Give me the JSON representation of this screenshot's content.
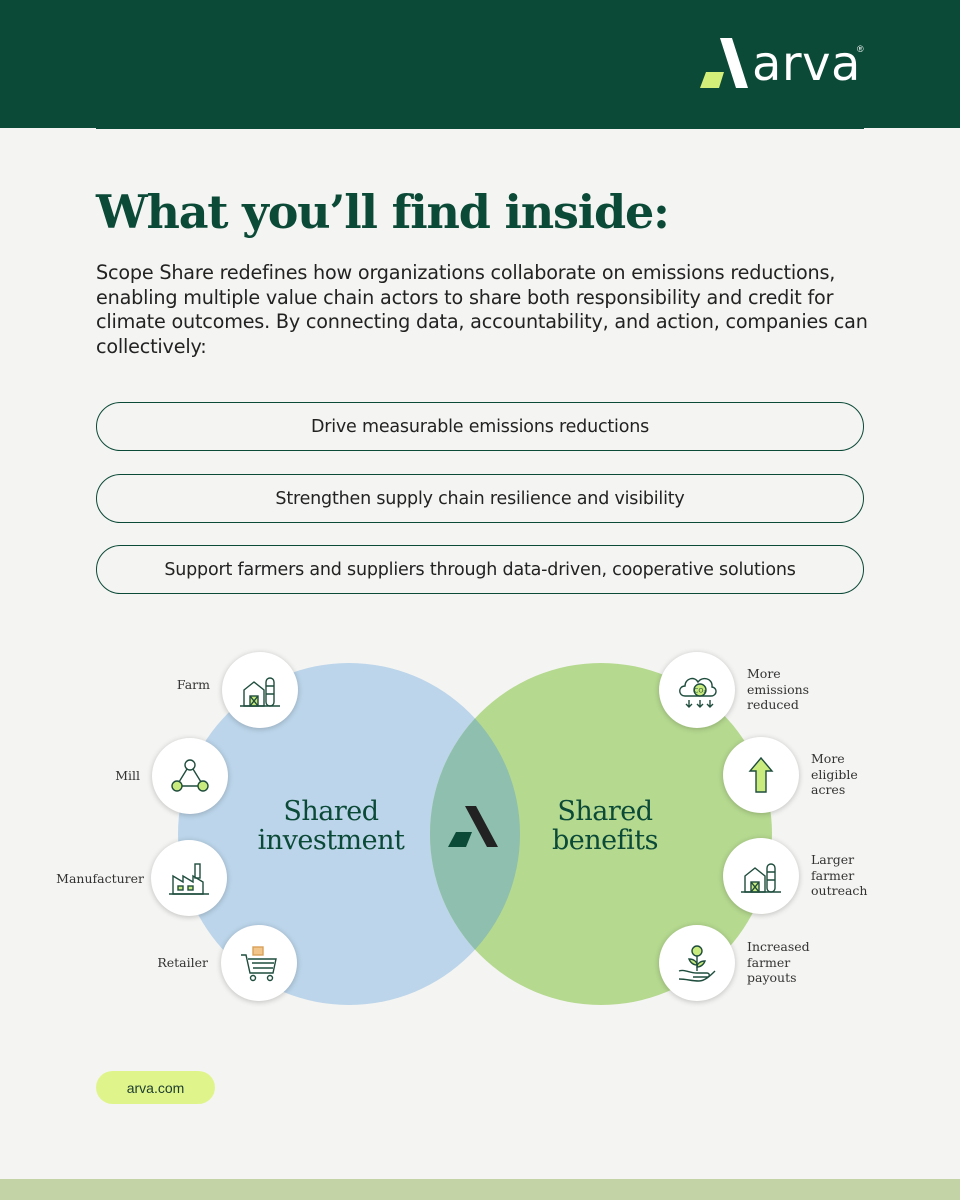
{
  "brand": {
    "name": "arva",
    "mark": "®"
  },
  "colors": {
    "primary": "#0c4a38",
    "investment": "#bcd5ea",
    "benefits": "#b5d98f",
    "accent": "#dff58c"
  },
  "title": "What you’ll find inside:",
  "intro": "Scope Share redefines how organizations collaborate on emissions reductions, enabling multiple value chain actors to share both responsibility and credit for climate outcomes. By connecting data, accountability, and action, companies can collectively:",
  "outcomes": [
    "Drive measurable emissions reductions",
    "Strengthen supply chain resilience and visibility",
    "Support farmers and suppliers through data-driven, cooperative solutions"
  ],
  "diagram": {
    "left_circle": "Shared\ninvestment",
    "right_circle": "Shared\nbenefits",
    "investors": [
      {
        "label": "Farm",
        "icon": "farm-barn-icon"
      },
      {
        "label": "Mill",
        "icon": "mill-network-icon"
      },
      {
        "label": "Manufacturer",
        "icon": "factory-icon"
      },
      {
        "label": "Retailer",
        "icon": "shopping-cart-icon"
      }
    ],
    "benefits": [
      {
        "label": "More\nemissions\nreduced",
        "icon": "co2-cloud-icon"
      },
      {
        "label": "More\neligible\nacres",
        "icon": "up-arrow-icon"
      },
      {
        "label": "Larger\nfarmer\noutreach",
        "icon": "farm-barn-icon"
      },
      {
        "label": "Increased\nfarmer\npayouts",
        "icon": "hand-plant-icon"
      }
    ]
  },
  "footer": {
    "url": "arva.com"
  }
}
